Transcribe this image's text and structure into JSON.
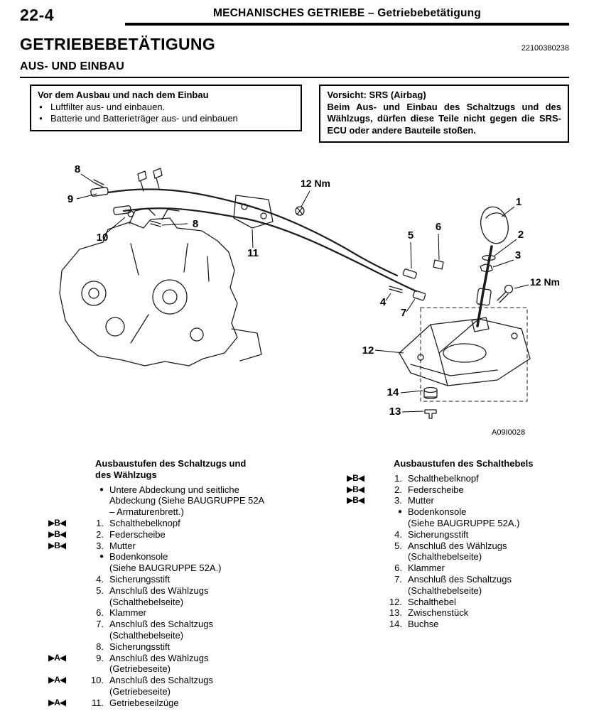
{
  "header": {
    "page_number": "22-4",
    "title": "MECHANISCHES GETRIEBE – Getriebebetätigung"
  },
  "page": {
    "title": "GETRIEBEBETÄTIGUNG",
    "doc_code": "22100380238",
    "section": "AUS- UND EINBAU"
  },
  "pre_work_box": {
    "title": "Vor dem Ausbau und nach dem Einbau",
    "bullet": "●",
    "items": [
      "Luftfilter aus- und einbauen.",
      "Batterie und Batterieträger aus- und einbauen"
    ]
  },
  "caution_box": {
    "title": "Vorsicht: SRS (Airbag)",
    "body": "Beim Aus- und Einbau des Schaltzugs und des Wählzugs, dürfen diese Teile nicht gegen die SRS-ECU oder andere Bauteile stoßen."
  },
  "diagram": {
    "figure_code": "A09I0028",
    "callouts": [
      {
        "label": "8"
      },
      {
        "label": "9"
      },
      {
        "label": "10"
      },
      {
        "label": "8"
      },
      {
        "label": "11"
      },
      {
        "label": "12 Nm"
      },
      {
        "label": "5"
      },
      {
        "label": "6"
      },
      {
        "label": "1"
      },
      {
        "label": "2"
      },
      {
        "label": "3"
      },
      {
        "label": "12 Nm"
      },
      {
        "label": "4"
      },
      {
        "label": "7"
      },
      {
        "label": "12"
      },
      {
        "label": "14"
      },
      {
        "label": "13"
      }
    ]
  },
  "removal_steps_cables": {
    "title_line1": "Ausbaustufen des Schaltzugs und",
    "title_line2": "des Wählzugs",
    "rows": [
      {
        "marker": "",
        "num": "●",
        "text": "Untere Abdeckung und seitliche"
      },
      {
        "marker": "",
        "num": "",
        "text": "Abdeckung (Siehe BAUGRUPPE 52A"
      },
      {
        "marker": "",
        "num": "",
        "text": "– Armaturenbrett.)"
      },
      {
        "marker": "▶B◀",
        "num": "1.",
        "text": "Schalthebelknopf"
      },
      {
        "marker": "▶B◀",
        "num": "2.",
        "text": "Federscheibe"
      },
      {
        "marker": "▶B◀",
        "num": "3.",
        "text": "Mutter"
      },
      {
        "marker": "",
        "num": "●",
        "text": "Bodenkonsole"
      },
      {
        "marker": "",
        "num": "",
        "text": "(Siehe BAUGRUPPE 52A.)"
      },
      {
        "marker": "",
        "num": "4.",
        "text": "Sicherungsstift"
      },
      {
        "marker": "",
        "num": "5.",
        "text": "Anschluß des Wählzugs"
      },
      {
        "marker": "",
        "num": "",
        "text": "(Schalthebelseite)"
      },
      {
        "marker": "",
        "num": "6.",
        "text": "Klammer"
      },
      {
        "marker": "",
        "num": "7.",
        "text": "Anschluß des Schaltzugs"
      },
      {
        "marker": "",
        "num": "",
        "text": "(Schalthebelseite)"
      },
      {
        "marker": "",
        "num": "8.",
        "text": "Sicherungsstift"
      },
      {
        "marker": "▶A◀",
        "num": "9.",
        "text": "Anschluß des Wählzugs"
      },
      {
        "marker": "",
        "num": "",
        "text": "(Getriebeseite)"
      },
      {
        "marker": "▶A◀",
        "num": "10.",
        "text": "Anschluß des Schaltzugs"
      },
      {
        "marker": "",
        "num": "",
        "text": "(Getriebeseite)"
      },
      {
        "marker": "▶A◀",
        "num": "11.",
        "text": "Getriebeseilzüge"
      }
    ]
  },
  "removal_steps_lever": {
    "title_line1": "Ausbaustufen des Schalthebels",
    "rows": [
      {
        "marker": "▶B◀",
        "num": "1.",
        "text": "Schalthebelknopf"
      },
      {
        "marker": "▶B◀",
        "num": "2.",
        "text": "Federscheibe"
      },
      {
        "marker": "▶B◀",
        "num": "3.",
        "text": "Mutter"
      },
      {
        "marker": "",
        "num": "●",
        "text": "Bodenkonsole"
      },
      {
        "marker": "",
        "num": "",
        "text": "(Siehe BAUGRUPPE 52A.)"
      },
      {
        "marker": "",
        "num": "4.",
        "text": "Sicherungsstift"
      },
      {
        "marker": "",
        "num": "5.",
        "text": "Anschluß des Wählzugs"
      },
      {
        "marker": "",
        "num": "",
        "text": "(Schalthebelseite)"
      },
      {
        "marker": "",
        "num": "6.",
        "text": "Klammer"
      },
      {
        "marker": "",
        "num": "7.",
        "text": "Anschluß des Schaltzugs"
      },
      {
        "marker": "",
        "num": "",
        "text": "(Schalthebelseite)"
      },
      {
        "marker": "",
        "num": "12.",
        "text": "Schalthebel"
      },
      {
        "marker": "",
        "num": "13.",
        "text": "Zwischenstück"
      },
      {
        "marker": "",
        "num": "14.",
        "text": "Buchse"
      }
    ]
  }
}
